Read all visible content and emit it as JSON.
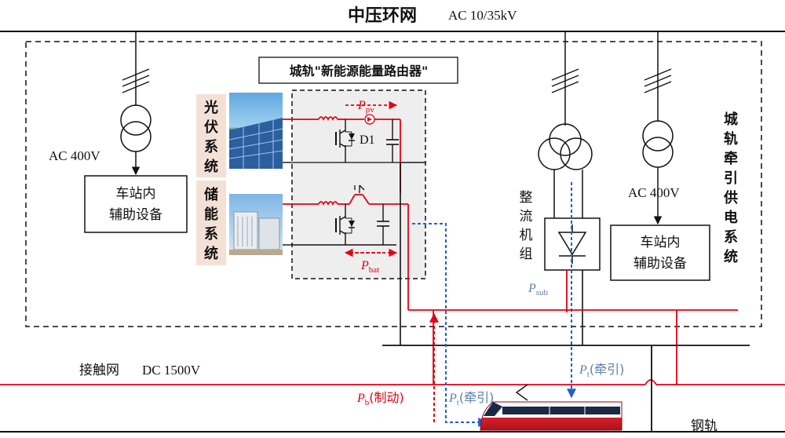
{
  "title": {
    "cn": "中压环网",
    "ac": "AC  10/35kV"
  },
  "router_title": "城轨\"新能源能量路由器\"",
  "pv_label": "光伏系统",
  "storage_label": "储能系统",
  "system_label": "城轨牵引供电系统",
  "rectifier_label": "整流机组",
  "left_ac": "AC 400V",
  "right_ac": "AC  400V",
  "left_aux": {
    "line1": "车站内",
    "line2": "辅助设备"
  },
  "right_aux": {
    "line1": "车站内",
    "line2": "辅助设备"
  },
  "d1": "D1",
  "p_pv": {
    "sym": "P",
    "sub": "pv"
  },
  "p_bat": {
    "sym": "P",
    "sub": "bat"
  },
  "p_sub": {
    "sym": "P",
    "sub": "sub"
  },
  "p_t_right": {
    "sym": "P",
    "sub": "t",
    "rest": "(牵引)"
  },
  "p_t_center": {
    "sym": "P",
    "sub": "t",
    "rest": "(牵引)"
  },
  "p_b": {
    "sym": "P",
    "sub": "b",
    "rest": "(制动)"
  },
  "catenary": {
    "cn": "接触网",
    "dc": "DC 1500V"
  },
  "rail": "钢轨",
  "colors": {
    "red": "#e60012",
    "blue": "#1f5fd6",
    "black": "#111111",
    "grey_box": "#eeeeee",
    "label_bg": "#f4e1d6"
  }
}
